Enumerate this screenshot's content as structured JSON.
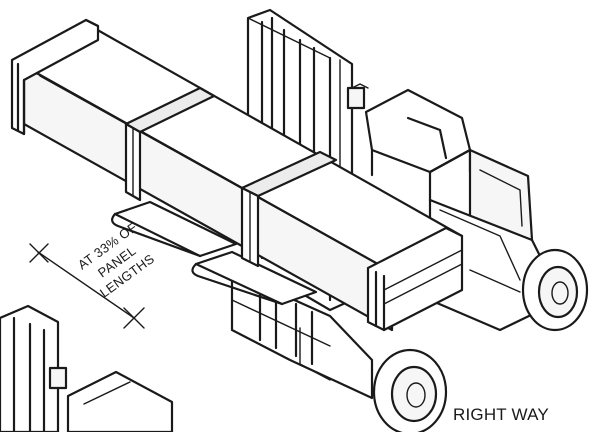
{
  "annotation": {
    "lines": [
      "AT 33% OF",
      "PANEL",
      "LENGTHS"
    ]
  },
  "caption": "RIGHT WAY",
  "colors": {
    "ink": "#1a1a1a",
    "paper": "#ffffff"
  }
}
